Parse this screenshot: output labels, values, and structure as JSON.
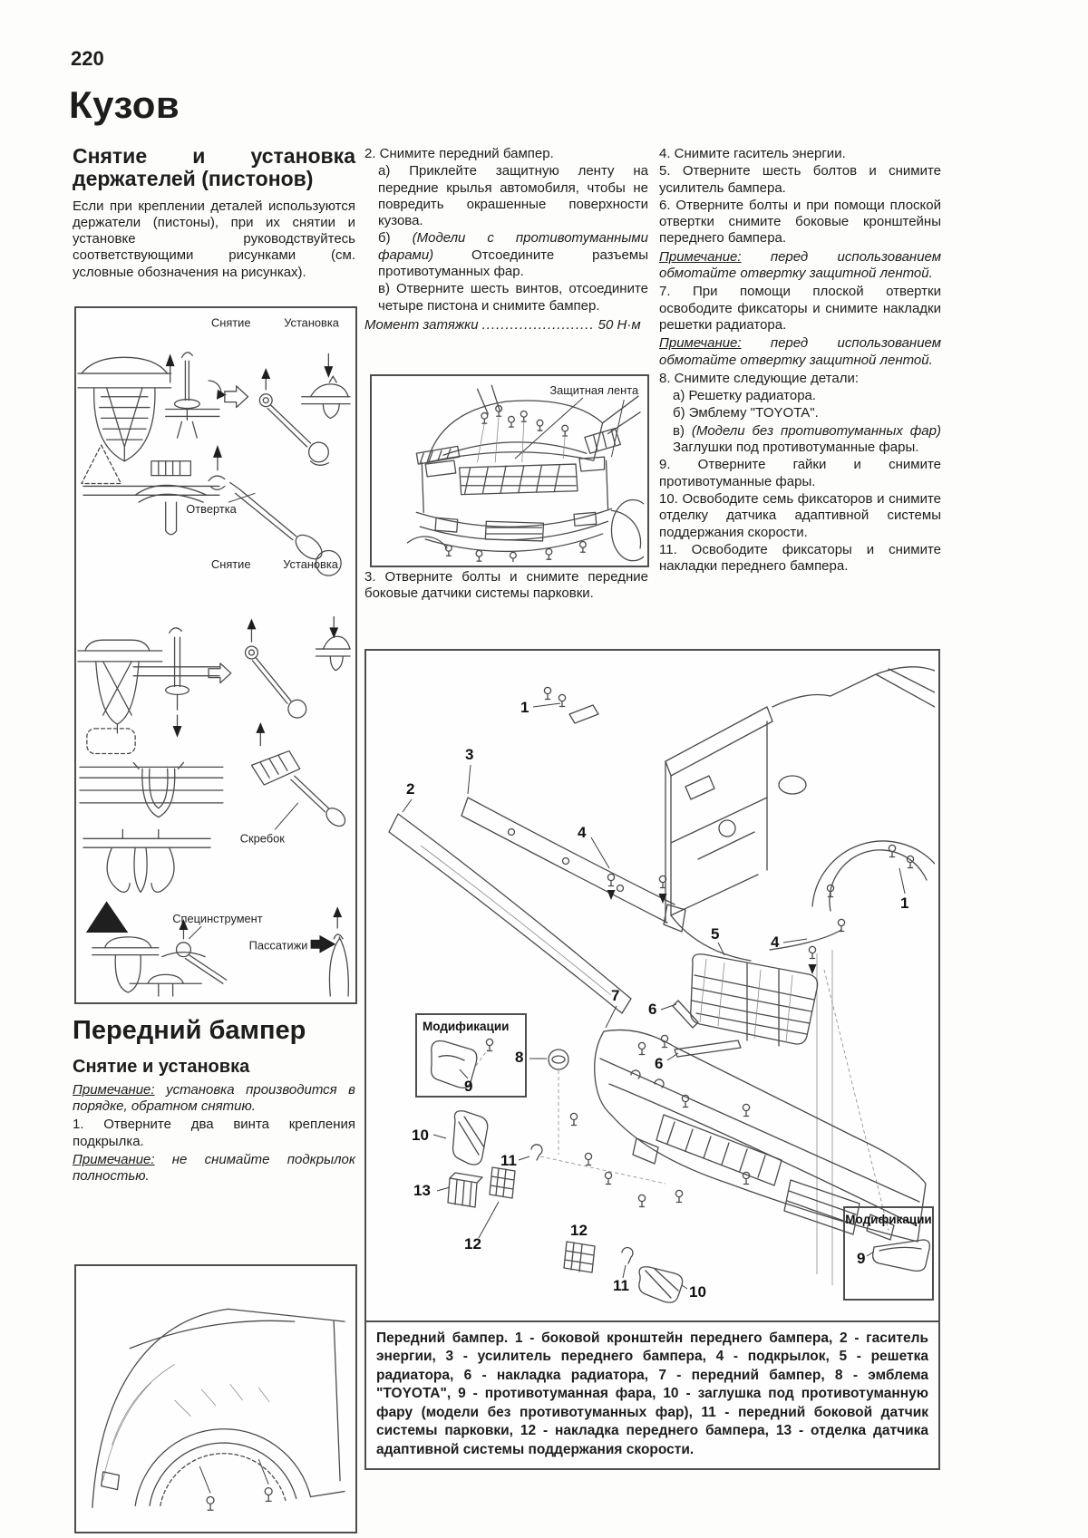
{
  "page": {
    "number": "220",
    "title": "Кузов"
  },
  "pistons": {
    "heading": "Снятие и установка держателей (пистонов)",
    "intro": "Если при креплении деталей используются держатели (пистоны), при их снятии и установке руководствуйтесь соответствующими рисунками (см. условные обозначения на рисунках).",
    "fig_labels": {
      "removal1": "Снятие",
      "install1": "Установка",
      "screwdriver": "Отвертка",
      "removal2": "Снятие",
      "install2": "Установка",
      "scraper": "Скребок",
      "special_tool": "Специнструмент",
      "pliers": "Пассатижи"
    }
  },
  "steps_mid": {
    "s2": "2. Снимите передний бампер.",
    "s2a": "а) Приклейте защитную ленту на передние крылья автомобиля, чтобы не повредить окрашенные поверхности кузова.",
    "s2b_pre": "б) ",
    "s2b_italic": "(Модели с противотуманными фарами)",
    "s2b_rest": " Отсоедините разъемы противотуманных фар.",
    "s2c": "в) Отверните шесть винтов, отсоедините четыре пистона и снимите бампер.",
    "torque_label": "Момент затяжки",
    "torque_dots": "........................",
    "torque_value": "50 Н·м",
    "fig_label": "Защитная лента",
    "s3": "3. Отверните болты и снимите передние боковые датчики системы парковки."
  },
  "steps_right": {
    "s4": "4. Снимите гаситель энергии.",
    "s5": "5. Отверните шесть болтов и снимите усилитель бампера.",
    "s6": "6. Отверните болты и при помощи плоской отвертки снимите боковые кронштейны переднего бампера.",
    "note1_label": "Примечание:",
    "note1_text": " перед использованием обмотайте отвертку защитной лентой.",
    "s7": "7. При помощи плоской отвертки освободите фиксаторы и снимите накладки решетки радиатора.",
    "note2_label": "Примечание:",
    "note2_text": " перед использованием обмотайте отвертку защитной лентой.",
    "s8": "8. Снимите следующие детали:",
    "s8a": "а) Решетку радиатора.",
    "s8b": "б) Эмблему \"TOYOTA\".",
    "s8c_pre": "в) ",
    "s8c_italic": "(Модели без противотуманных фар)",
    "s8c_rest": " Заглушки под противотуманные фары.",
    "s9": "9. Отверните гайки и снимите противотуманные фары.",
    "s10": "10. Освободите семь фиксаторов и снимите отделку датчика адаптивной системы поддержания скорости.",
    "s11": "11. Освободите фиксаторы и снимите накладки переднего бампера."
  },
  "front_bumper": {
    "heading": "Передний бампер",
    "subheading": "Снятие и установка",
    "note1_label": "Примечание:",
    "note1_text": " установка производится в порядке, обратном снятию.",
    "s1": "1. Отверните два винта крепления подкрылка.",
    "note2_label": "Примечание:",
    "note2_text": " не снимайте подкрылок полностью."
  },
  "diagram": {
    "mod_left": "Модификации",
    "mod_right": "Модификации",
    "callouts": {
      "n1a": "1",
      "n1b": "1",
      "n2": "2",
      "n3": "3",
      "n4a": "4",
      "n4b": "4",
      "n5": "5",
      "n6a": "6",
      "n6b": "6",
      "n7": "7",
      "n8": "8",
      "n9a": "9",
      "n9b": "9",
      "n10a": "10",
      "n10b": "10",
      "n11a": "11",
      "n11b": "11",
      "n12a": "12",
      "n12b": "12",
      "n13": "13"
    },
    "caption": "Передний бампер. 1 - боковой кронштейн переднего бампера, 2 - гаситель энергии, 3 - усилитель переднего бампера, 4 - подкрылок, 5 - решетка радиатора, 6 - накладка радиатора, 7 - передний бампер, 8 - эмблема \"TOYOTA\", 9 - противотуманная фара, 10 - заглушка под противотуманную фару (модели без противотуманных фар), 11 - передний боковой датчик системы парковки, 12 - накладка переднего бампера, 13 - отделка датчика адаптивной системы поддержания скорости."
  },
  "colors": {
    "ink": "#1d1d1d",
    "line": "#4a4a4a",
    "paper": "#fdfdfc"
  }
}
